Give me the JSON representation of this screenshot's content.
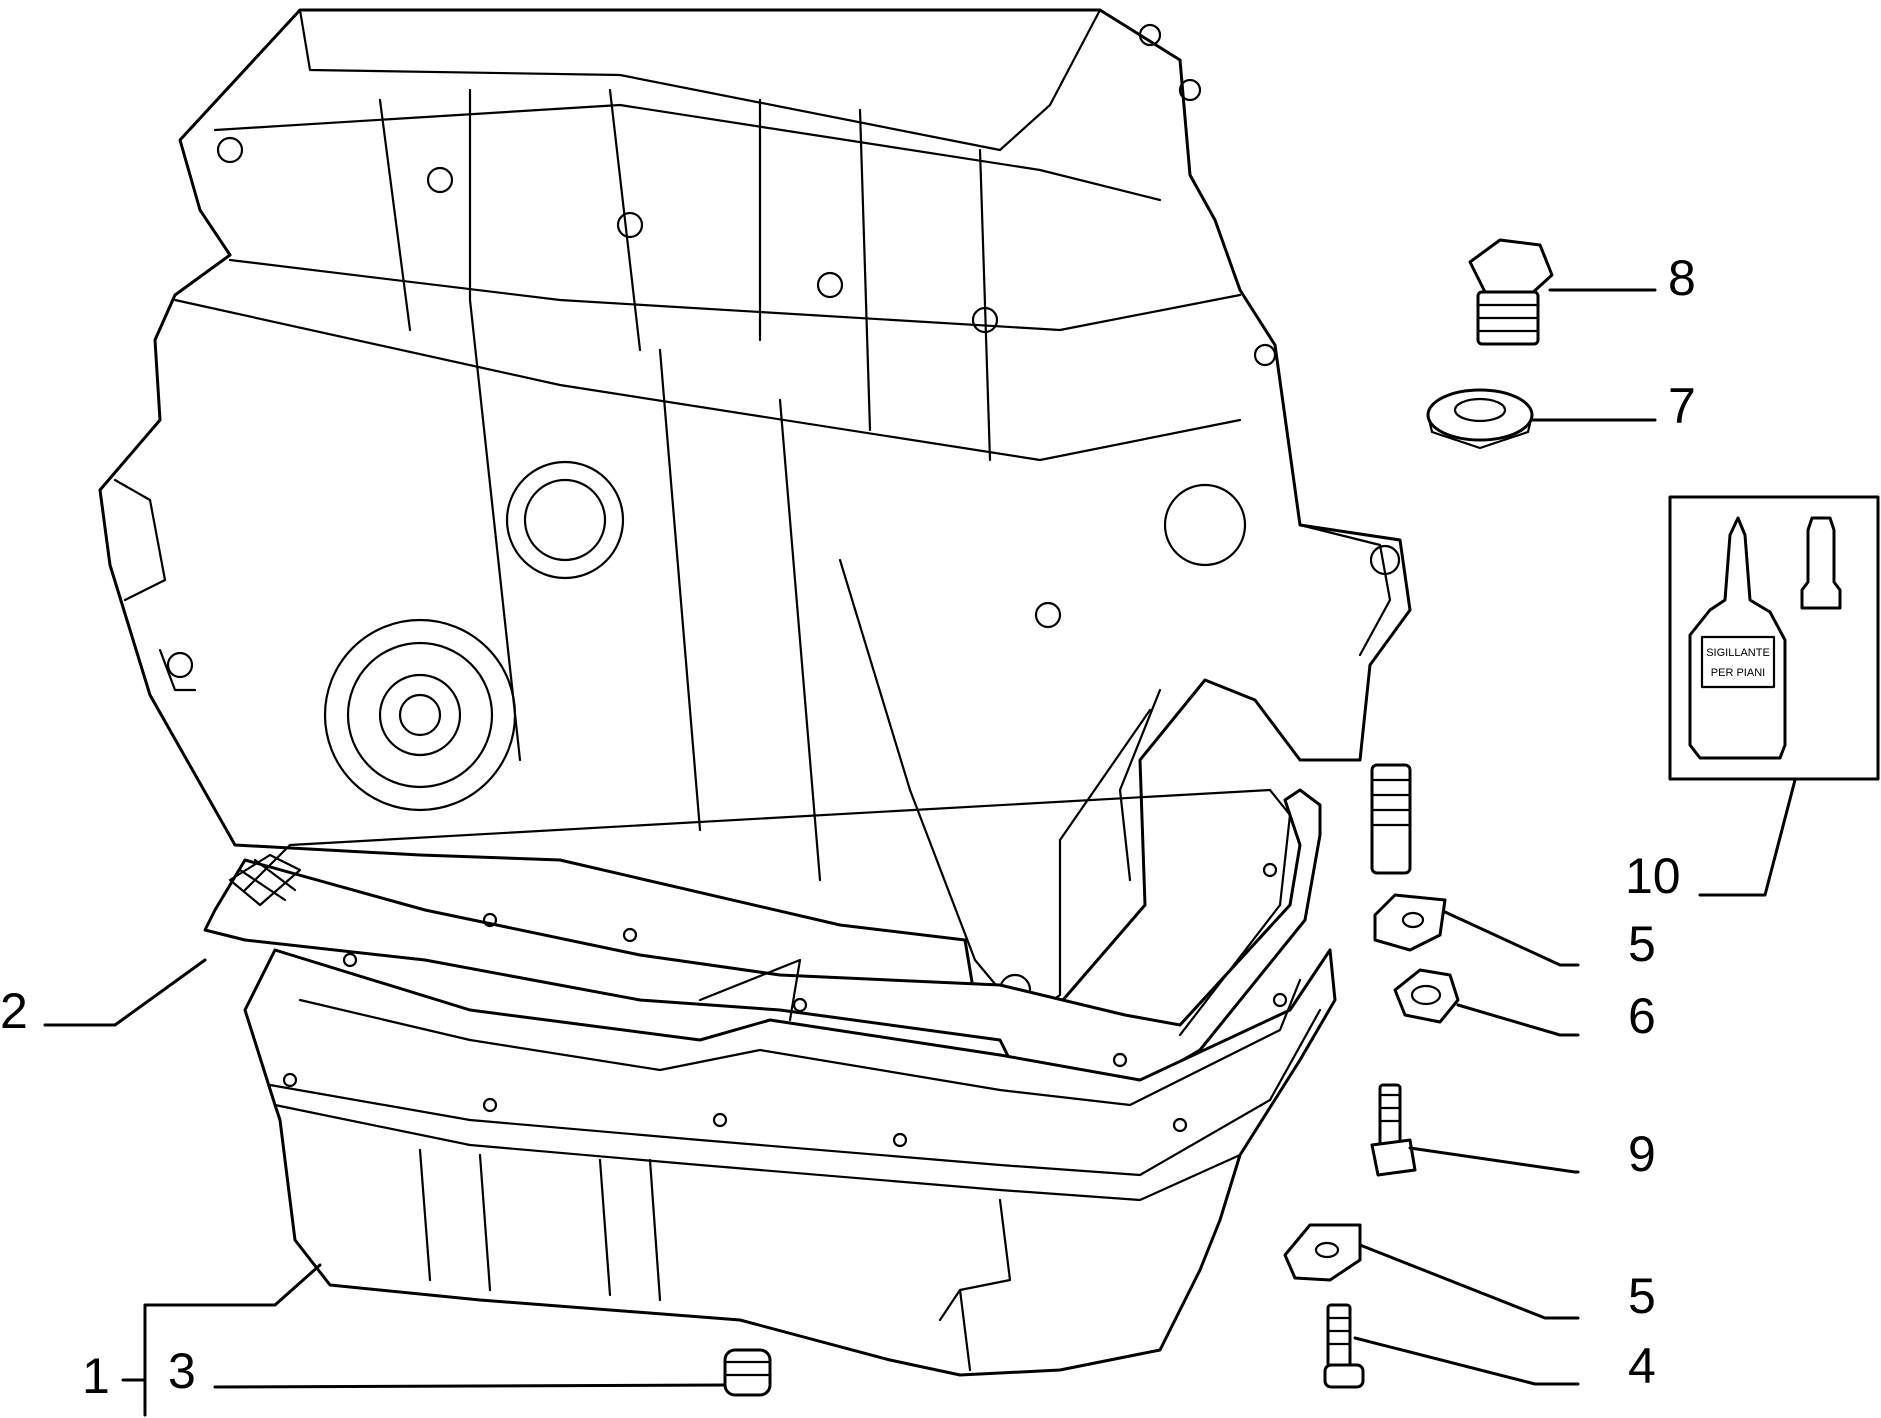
{
  "diagram": {
    "callouts": [
      {
        "id": "1",
        "label": "1"
      },
      {
        "id": "2",
        "label": "2"
      },
      {
        "id": "3",
        "label": "3"
      },
      {
        "id": "4",
        "label": "4"
      },
      {
        "id": "5a",
        "label": "5"
      },
      {
        "id": "5b",
        "label": "5"
      },
      {
        "id": "6",
        "label": "6"
      },
      {
        "id": "7",
        "label": "7"
      },
      {
        "id": "8",
        "label": "8"
      },
      {
        "id": "9",
        "label": "9"
      },
      {
        "id": "10",
        "label": "10"
      }
    ],
    "sealant_tube_text": [
      "SIGILLANTE",
      "PER PIANI"
    ]
  }
}
